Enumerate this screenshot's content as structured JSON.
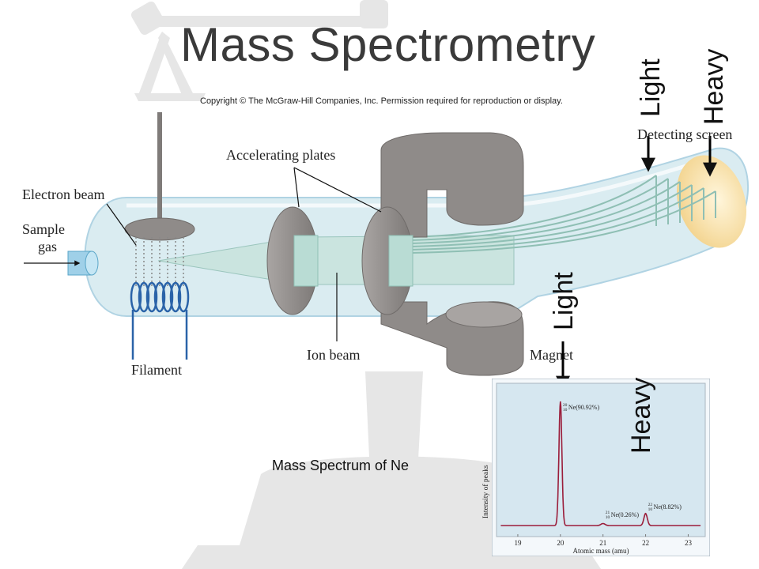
{
  "title": "Mass Spectrometry",
  "copyright": "Copyright © The McGraw-Hill Companies, Inc. Permission required for reproduction or display.",
  "labels": {
    "top_light": "Light",
    "top_heavy": "Heavy",
    "mid_light": "Light",
    "mid_heavy": "Heavy",
    "detecting_screen": "Detecting screen",
    "accelerating_plates": "Accelerating plates",
    "electron_beam": "Electron beam",
    "sample_gas_1": "Sample",
    "sample_gas_2": "gas",
    "filament": "Filament",
    "ion_beam": "Ion beam",
    "magnet": "Magnet",
    "spectrum_caption": "Mass Spectrum of Ne"
  },
  "colors": {
    "tube": "#d3e8ee",
    "magnet": "#8f8b89",
    "filament": "#2a63a8",
    "spectrum_bg": "#d6e7f0",
    "spectrum_line": "#9b1d3a",
    "watermark": "#e3e3e3"
  },
  "chart_data": {
    "type": "line",
    "xlabel": "Atomic mass (amu)",
    "ylabel": "Intensity of peaks",
    "xlim": [
      18.5,
      23.4
    ],
    "ylim": [
      0,
      100
    ],
    "ticks": [
      "19",
      "20",
      "21",
      "22",
      "23"
    ],
    "peaks": [
      {
        "mass": 20,
        "intensity": 90.92,
        "iso_mass": "20",
        "iso_z": "10",
        "label": "Ne(90.92%)"
      },
      {
        "mass": 21,
        "intensity": 0.26,
        "iso_mass": "21",
        "iso_z": "10",
        "label": "Ne(0.26%)"
      },
      {
        "mass": 22,
        "intensity": 8.82,
        "iso_mass": "22",
        "iso_z": "10",
        "label": "Ne(8.82%)"
      }
    ]
  }
}
